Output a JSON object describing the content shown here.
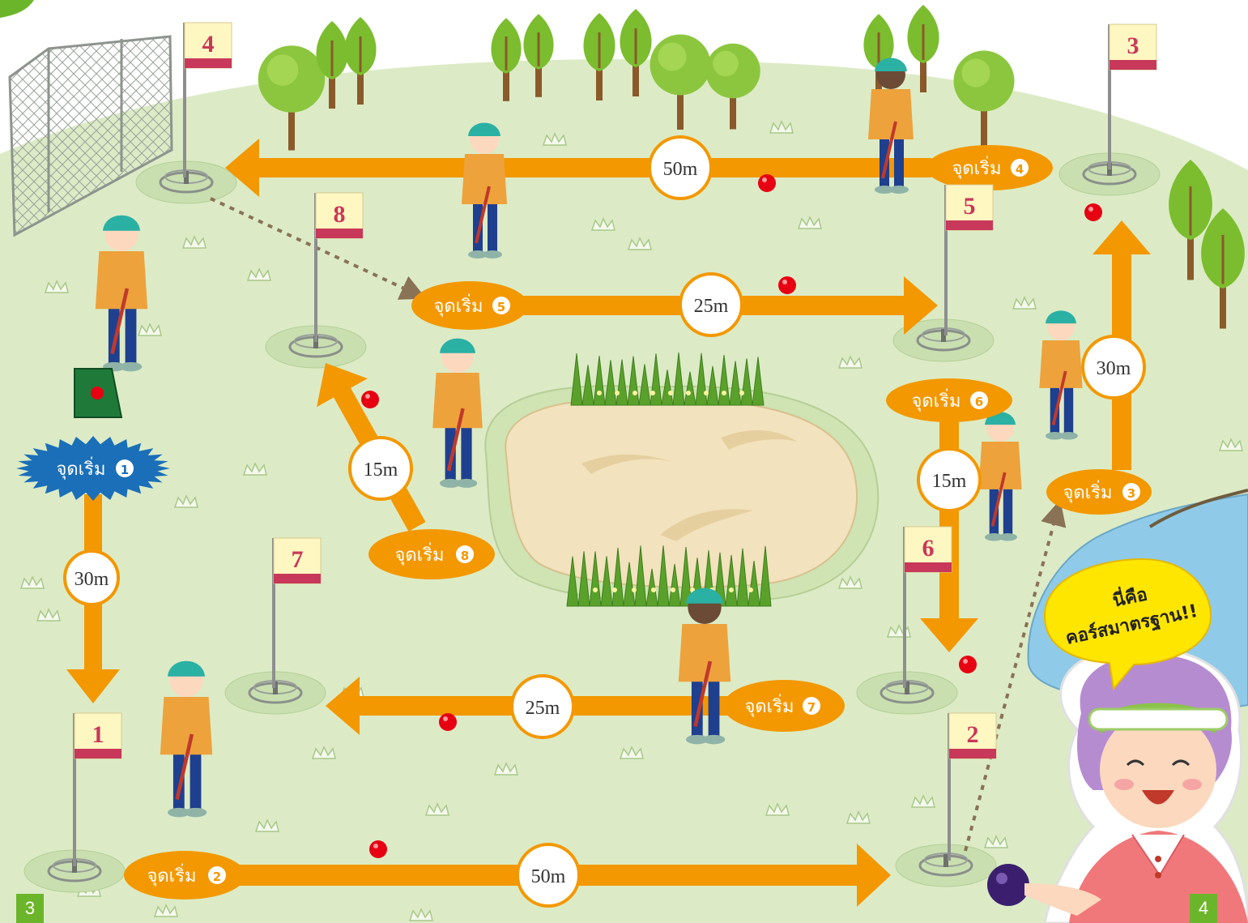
{
  "course": {
    "flags": [
      {
        "id": "1",
        "color": "#c8385a"
      },
      {
        "id": "2",
        "color": "#c8385a"
      },
      {
        "id": "3",
        "color": "#c8385a"
      },
      {
        "id": "4",
        "color": "#c8385a"
      },
      {
        "id": "5",
        "color": "#c8385a"
      },
      {
        "id": "6",
        "color": "#c8385a"
      },
      {
        "id": "7",
        "color": "#c8385a"
      },
      {
        "id": "8",
        "color": "#c8385a"
      }
    ],
    "starts": [
      {
        "text": "จุดเริ่ม",
        "num": "1"
      },
      {
        "text": "จุดเริ่ม",
        "num": "2"
      },
      {
        "text": "จุดเริ่ม",
        "num": "3"
      },
      {
        "text": "จุดเริ่ม",
        "num": "4"
      },
      {
        "text": "จุดเริ่ม",
        "num": "5"
      },
      {
        "text": "จุดเริ่ม",
        "num": "6"
      },
      {
        "text": "จุดเริ่ม",
        "num": "7"
      },
      {
        "text": "จุดเริ่ม",
        "num": "8"
      }
    ],
    "distances": {
      "d1": "30m",
      "d2": "50m",
      "d3": "30m",
      "d4": "50m",
      "d5": "25m",
      "d6": "15m",
      "d7": "25m",
      "d8": "15m"
    }
  },
  "speech": {
    "line1": "นี่คือ",
    "line2": "คอร์สมาตรฐาน!!"
  },
  "pages": {
    "left": "3",
    "right": "4"
  },
  "colors": {
    "arrow": "#f39800",
    "grass": "#dcebc6",
    "start1": "#1a6fb8",
    "ball": "#e60012",
    "flag": "#c8385a"
  },
  "icons": [
    "tree-icon",
    "goal-post-icon",
    "golf-flag-icon",
    "ball-icon",
    "player-icon",
    "fence-icon",
    "sand-bunker-icon",
    "pond-icon",
    "grass-tuft-icon",
    "mascot-icon"
  ]
}
